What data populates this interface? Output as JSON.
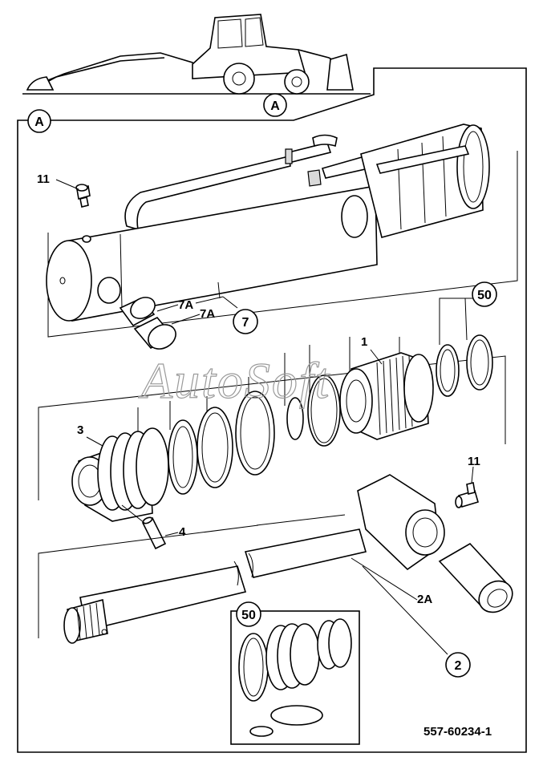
{
  "callouts": {
    "view_a_top": "A",
    "view_a_frame": "A",
    "c7": "7",
    "c50_top": "50",
    "c50_inset": "50",
    "c2": "2"
  },
  "labels": {
    "l11_top": "11",
    "l11_right": "11",
    "l7a_1": "7A",
    "l7a_2": "7A",
    "l1": "1",
    "l3": "3",
    "l4": "4",
    "l2a": "2A"
  },
  "drawing_number": "557-60234-1",
  "watermark": "AutoSoft"
}
